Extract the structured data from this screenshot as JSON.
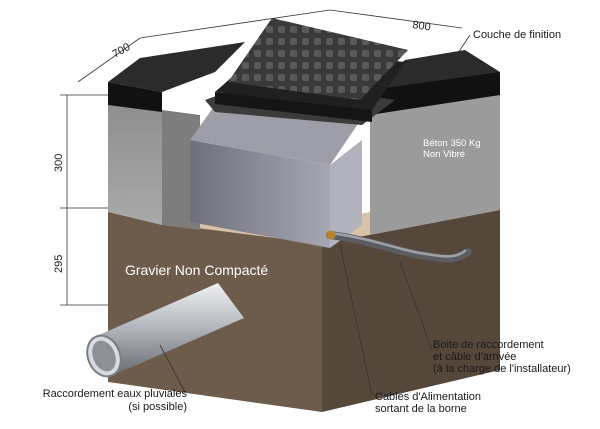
{
  "dimensions": {
    "width": "800",
    "depth": "700",
    "height_top": "300",
    "height_bottom": "295"
  },
  "labels": {
    "finish_layer": "Couche de finition",
    "concrete_line1": "Béton 350 Kg",
    "concrete_line2": "Non Vibré",
    "gravel": "Gravier Non Compacté",
    "junction_line1": "Boite de raccordement",
    "junction_line2": "et câble d'arrivée",
    "junction_line3": "(à la charge de l'installateur)",
    "cables_line1": "Cables d'Alimentation",
    "cables_line2": "sortant de la borne",
    "rain_line1": "Raccordement eaux pluviales",
    "rain_line2": "(si possible)"
  },
  "colors": {
    "finish_layer": "#1b1b1b",
    "concrete": "#9a9a9a",
    "gravel_front": "#6b5a4a",
    "gravel_top": "#d8c3ab",
    "box": "#8e8f9a",
    "cover": "#2a2a2a"
  }
}
